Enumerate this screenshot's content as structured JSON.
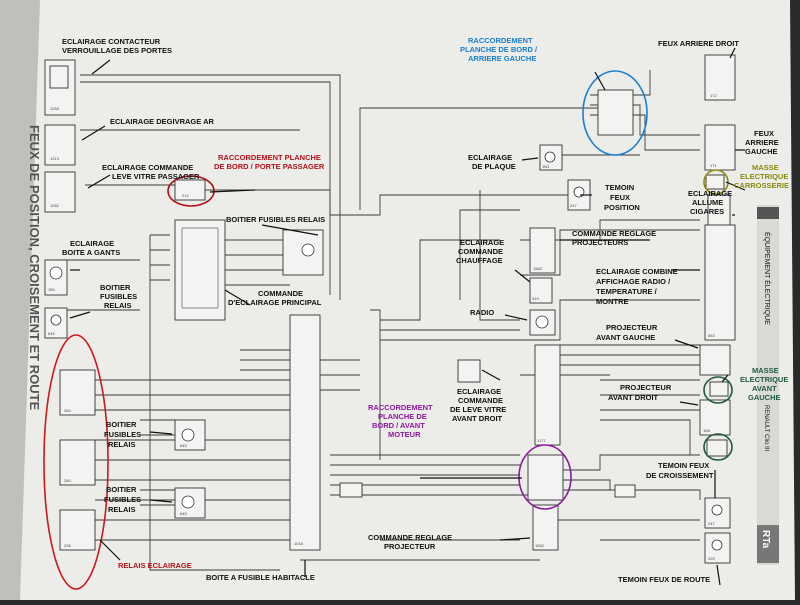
{
  "side_title": "FEUX DE POSITION, CROISEMENT ET ROUTE",
  "right_tab": "ÉQUIPEMENT ÉLECTRIQUE",
  "right_tab_sub": "RENAULT Clio III",
  "brand": "RTa",
  "colors": {
    "paper": "#eeeeec",
    "red": "#b3121a",
    "blue": "#1a7fd0",
    "olive": "#8a8a12",
    "green": "#1e5a3a",
    "purple": "#8b1a9a"
  },
  "labels": {
    "contacteur_l1": "ECLAIRAGE CONTACTEUR",
    "contacteur_l2": "VERROUILLAGE DES PORTES",
    "degivrage": "ECLAIRAGE DEGIVRAGE AR",
    "levevitre_pass_l1": "ECLAIRAGE COMMANDE",
    "levevitre_pass_l2": "LEVE VITRE PASSAGER",
    "raccord_passager_l1": "RACCORDEMENT PLANCHE",
    "raccord_passager_l2": "DE BORD / PORTE PASSAGER",
    "boite_gants_l1": "ECLAIRAGE",
    "boite_gants_l2": "BOITE A GANTS",
    "boitier1_l1": "BOITIER",
    "boitier1_l2": "FUSIBLES",
    "boitier1_l3": "RELAIS",
    "boitier_fusibles_relais": "BOITIER FUSIBLES RELAIS",
    "commande_principal_l1": "COMMANDE",
    "commande_principal_l2": "D'ECLAIRAGE PRINCIPAL",
    "boitier2_l1": "BOITIER",
    "boitier2_l2": "FUSIBLES",
    "boitier2_l3": "RELAIS",
    "boitier3_l1": "BOITIER",
    "boitier3_l2": "FUSIBLES",
    "boitier3_l3": "RELAIS",
    "relais_eclairage": "RELAIS ECLAIRAGE",
    "boite_fusible_habitacle": "BOITE A FUSIBLE HABITACLE",
    "raccord_arriere_l1": "RACCORDEMENT",
    "raccord_arriere_l2": "PLANCHE DE BORD /",
    "raccord_arriere_l3": "ARRIERE GAUCHE",
    "feux_arriere_droit": "FEUX ARRIERE DROIT",
    "feux_arriere_gauche_l1": "FEUX",
    "feux_arriere_gauche_l2": "ARRIERE",
    "feux_arriere_gauche_l3": "GAUCHE",
    "masse_carrosserie_l1": "MASSE",
    "masse_carrosserie_l2": "ELECTRIQUE",
    "masse_carrosserie_l3": "CARROSSERIE",
    "plaque_l1": "ECLAIRAGE",
    "plaque_l2": "DE PLAQUE",
    "temoin_position_l1": "TEMOIN",
    "temoin_position_l2": "FEUX",
    "temoin_position_l3": "POSITION",
    "allume_cigares_l1": "ECLAIRAGE",
    "allume_cigares_l2": "ALLUME",
    "allume_cigares_l3": "CIGARES",
    "commande_reglage_proj_l1": "COMMANDE REGLAGE",
    "commande_reglage_proj_l2": "PROJECTEURS",
    "commande_chauffage_l1": "ECLAIRAGE",
    "commande_chauffage_l2": "COMMANDE",
    "commande_chauffage_l3": "CHAUFFAGE",
    "combine_l1": "ECLAIRAGE COMBINE",
    "combine_l2": "AFFICHAGE RADIO /",
    "combine_l3": "TEMPERATURE /",
    "combine_l4": "MONTRE",
    "radio": "RADIO",
    "proj_avant_gauche_l1": "PROJECTEUR",
    "proj_avant_gauche_l2": "AVANT GAUCHE",
    "levevitre_avant_l1": "ECLAIRAGE",
    "levevitre_avant_l2": "COMMANDE",
    "levevitre_avant_l3": "DE LEVE VITRE",
    "levevitre_avant_l4": "AVANT DROIT",
    "masse_avant_l1": "MASSE",
    "masse_avant_l2": "ELECTRIQUE",
    "masse_avant_l3": "AVANT",
    "masse_avant_l4": "GAUCHE",
    "proj_avant_droit_l1": "PROJECTEUR",
    "proj_avant_droit_l2": "AVANT DROIT",
    "raccord_moteur_l1": "RACCORDEMENT",
    "raccord_moteur_l2": "PLANCHE DE",
    "raccord_moteur_l3": "BORD / AVANT",
    "raccord_moteur_l4": "MOTEUR",
    "temoin_croisement_l1": "TEMOIN FEUX",
    "temoin_croisement_l2": "DE CROISSEMENT",
    "commande_reglage_proj2_l1": "COMMANDE REGLAGE",
    "commande_reglage_proj2_l2": "PROJECTEUR",
    "temoin_route": "TEMOIN FEUX DE ROUTE"
  },
  "component_refs": {
    "c1": "1253",
    "c2": "1213",
    "c3": "1262",
    "c4": "1B1",
    "c5": "645",
    "c6": "212",
    "c7": "260",
    "c8": "645",
    "c9": "260",
    "c10": "645",
    "c11": "238",
    "c12": "1016",
    "c13": "172",
    "c14": "171",
    "c15": "1B3",
    "c16": "247",
    "c17": "1B1",
    "c18": "1562",
    "c19": "319",
    "c20": "653",
    "c21": "1177",
    "c22": "1B9",
    "c23": "1562",
    "c24": "247",
    "c25": "206",
    "c26": "225"
  }
}
